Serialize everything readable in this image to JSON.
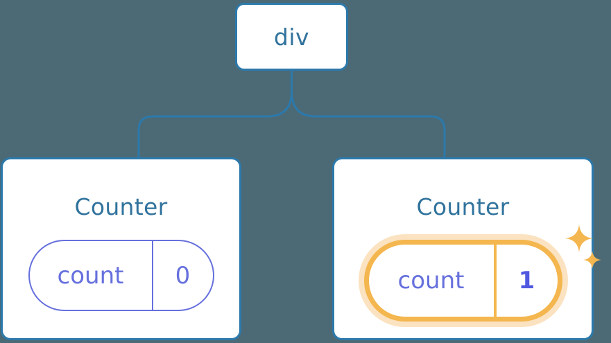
{
  "diagram": {
    "title": "component-tree",
    "background_color": "#4c6a76",
    "node_border_color": "#2c79ab",
    "node_text_color": "#31739d",
    "state_color": "#6670dd",
    "highlight_color": "#f4b64e",
    "highlight_glow_color": "#f7be74"
  },
  "root": {
    "label": "div"
  },
  "children": [
    {
      "title": "Counter",
      "state": {
        "key": "count",
        "value": "0"
      },
      "highlighted": false,
      "sparkle": false
    },
    {
      "title": "Counter",
      "state": {
        "key": "count",
        "value": "1"
      },
      "highlighted": true,
      "sparkle": true,
      "sparkle_icons": [
        "sparkle-large-icon",
        "sparkle-small-icon"
      ]
    }
  ],
  "connectors": {
    "description": "root-to-children-tree-edges",
    "color": "#2c79ab"
  }
}
